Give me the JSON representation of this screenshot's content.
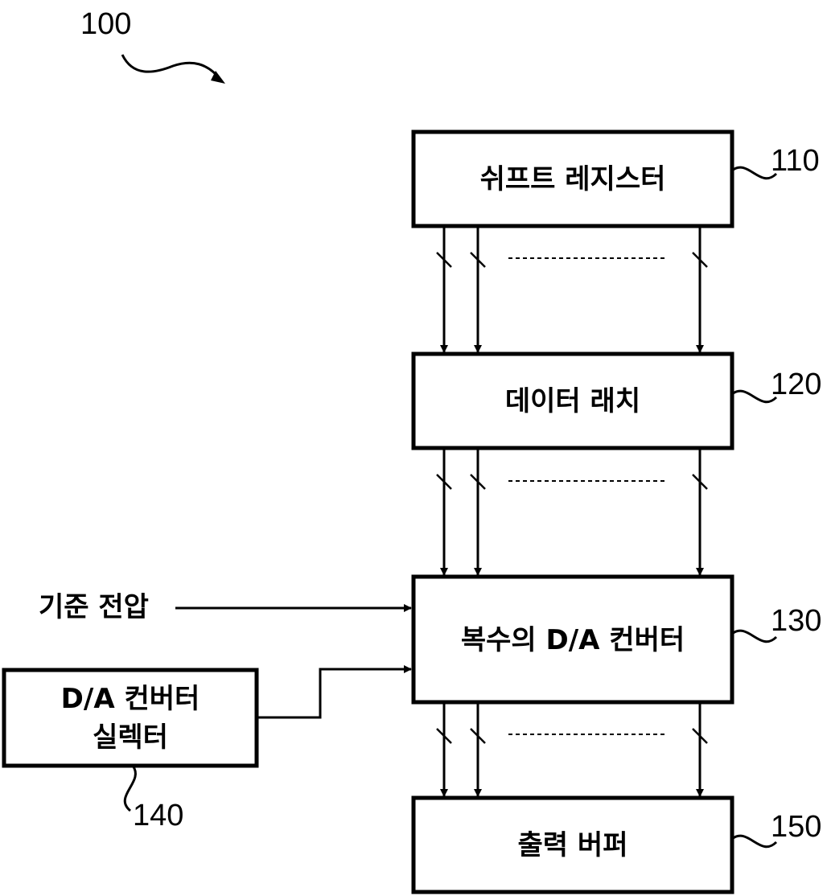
{
  "figure_ref": "100",
  "blocks": {
    "shift_register": {
      "label": "쉬프트 레지스터",
      "ref": "110"
    },
    "data_latch": {
      "label": "데이터 래치",
      "ref": "120"
    },
    "da_converters": {
      "label": "복수의 D/A 컨버터",
      "ref": "130"
    },
    "da_selector": {
      "label_line1": "D/A 컨버터",
      "label_line2": "실렉터",
      "ref": "140"
    },
    "output_buffer": {
      "label": "출력 버퍼",
      "ref": "150"
    }
  },
  "reference_voltage_label": "기준 전압"
}
